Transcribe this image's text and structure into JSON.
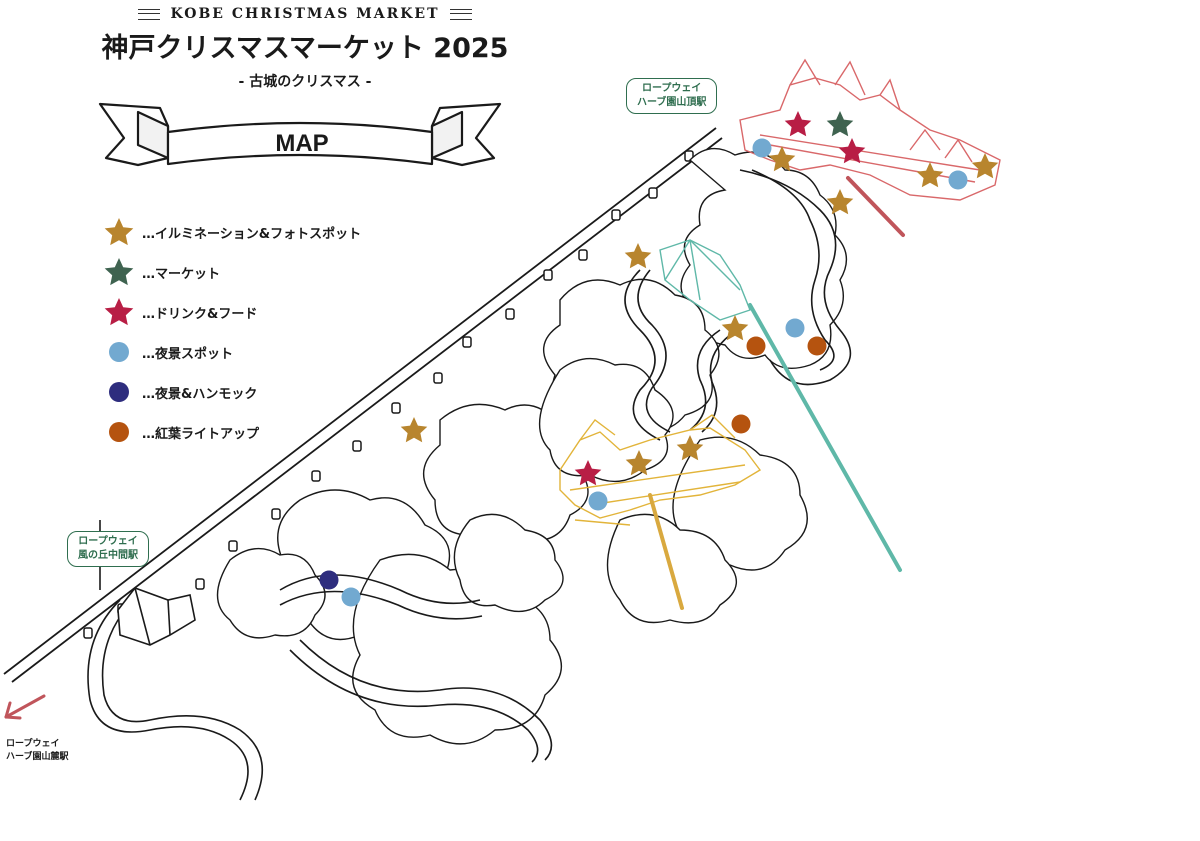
{
  "header": {
    "en_title": "KOBE CHRISTMAS MARKET",
    "jp_title": "神戸クリスマスマーケット 2025",
    "subtitle": "- 古城のクリスマス -",
    "banner_text": "MAP"
  },
  "legend": [
    {
      "icon": "star-icon",
      "color": "#b8852e",
      "label": "…イルミネーション&フォトスポット"
    },
    {
      "icon": "star-icon",
      "color": "#3f6350",
      "label": "…マーケット"
    },
    {
      "icon": "star-icon",
      "color": "#b81e45",
      "label": "…ドリンク&フード"
    },
    {
      "icon": "circle-icon",
      "color": "#72a9d0",
      "label": "…夜景スポット"
    },
    {
      "icon": "circle-icon",
      "color": "#2e2d7e",
      "label": "…夜景&ハンモック"
    },
    {
      "icon": "circle-icon",
      "color": "#b5530f",
      "label": "…紅葉ライトアップ"
    }
  ],
  "stations": {
    "summit": {
      "line1": "ロープウェイ",
      "line2": "ハーブ園山頂駅"
    },
    "middle": {
      "line1": "ロープウェイ",
      "line2": "風の丘中間駅"
    },
    "base": {
      "line1": "ロープウェイ",
      "line2": "ハーブ園山麓駅"
    }
  },
  "colors": {
    "summit_zone": "#d9686a",
    "teal_zone": "#5fb8a8",
    "yellow_zone": "#e2b43a",
    "line": "#1a1a1a",
    "station_border": "#2f6e4f"
  }
}
